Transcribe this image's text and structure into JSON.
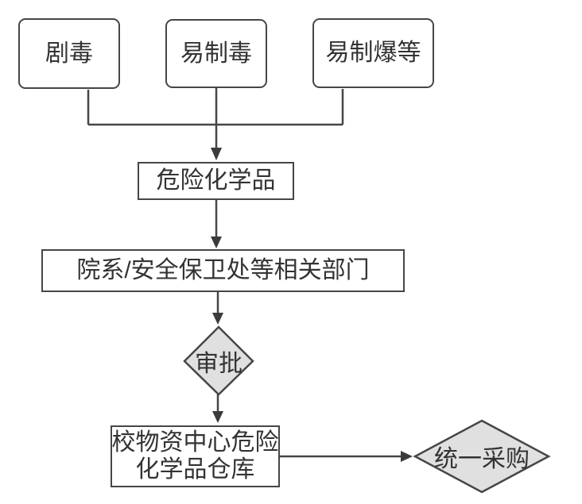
{
  "colors": {
    "background": "#ffffff",
    "stroke": "#464646",
    "text": "#333333",
    "decision_fill": "#e0e0e0",
    "process_fill": "#ffffff"
  },
  "nodes": {
    "highly_toxic": {
      "label": "剧毒"
    },
    "drug_precursor": {
      "label": "易制毒"
    },
    "explosive_precursor": {
      "label": "易制爆等"
    },
    "hazardous_chemicals": {
      "label": "危险化学品"
    },
    "related_departments": {
      "label": "院系/安全保卫处等相关部门"
    },
    "approval": {
      "label": "审批"
    },
    "warehouse": {
      "line1": "校物资中心危险",
      "line2": "化学品仓库"
    },
    "unified_procurement": {
      "label": "统一采购"
    }
  }
}
